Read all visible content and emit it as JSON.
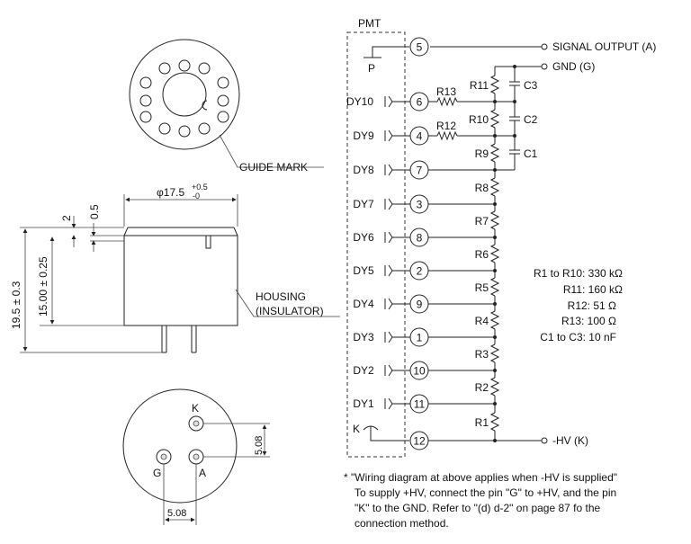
{
  "pmt_label": "PMT",
  "left": {
    "guide_mark": "GUIDE MARK",
    "diameter": "φ17.5",
    "diameter_tol_upper": "+0.5",
    "diameter_tol_lower": "-0",
    "dim_2": "2",
    "dim_05": "0.5",
    "dim_height_total": "19.5 ± 0.3",
    "dim_height_body": "15.00 ± 0.25",
    "housing_line1": "HOUSING",
    "housing_line2": "(INSULATOR)",
    "pin_k": "K",
    "pin_g": "G",
    "pin_a": "A",
    "pitch_v": "5.08",
    "pitch_h": "5.08"
  },
  "pins": {
    "signal": "5",
    "dy10": "6",
    "dy9": "4",
    "dy8": "7",
    "dy7": "3",
    "dy6": "8",
    "dy5": "2",
    "dy4": "9",
    "dy3": "1",
    "dy2": "10",
    "dy1": "11",
    "k": "12"
  },
  "dynodes": {
    "dy10": "DY10",
    "dy9": "DY9",
    "dy8": "DY8",
    "dy7": "DY7",
    "dy6": "DY6",
    "dy5": "DY5",
    "dy4": "DY4",
    "dy3": "DY3",
    "dy2": "DY2",
    "dy1": "DY1"
  },
  "anode_p": "P",
  "cathode_k": "K",
  "outputs": {
    "signal": "SIGNAL OUTPUT (A)",
    "gnd": "GND (G)",
    "hv": "-HV (K)"
  },
  "resistors": {
    "r1": "R1",
    "r2": "R2",
    "r3": "R3",
    "r4": "R4",
    "r5": "R5",
    "r6": "R6",
    "r7": "R7",
    "r8": "R8",
    "r9": "R9",
    "r10": "R10",
    "r11": "R11",
    "r12": "R12",
    "r13": "R13"
  },
  "capacitors": {
    "c1": "C1",
    "c2": "C2",
    "c3": "C3"
  },
  "values": [
    "R1 to R10: 330 kΩ",
    "R11: 160 kΩ",
    "R12: 51 Ω",
    "R13: 100 Ω",
    "C1 to C3: 10 nF"
  ],
  "note": [
    "* \"Wiring diagram at above applies when -HV is supplied\"",
    "To supply +HV, connect the pin \"G\" to +HV, and the pin",
    "\"K\" to the GND. Refer to \"(d) d-2\" on page 87 fo the",
    "connection method."
  ]
}
